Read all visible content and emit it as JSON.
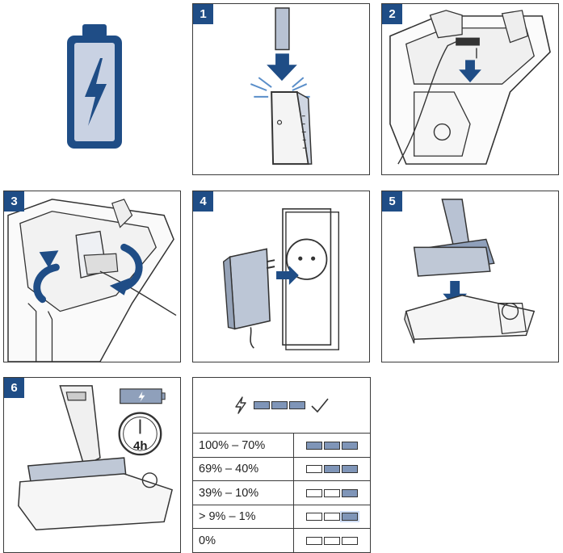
{
  "colors": {
    "accent": "#1f4d86",
    "segment_on": "#7f95b8",
    "segment_off": "#ffffff"
  },
  "steps": [
    {
      "number": "1"
    },
    {
      "number": "2"
    },
    {
      "number": "3"
    },
    {
      "number": "4"
    },
    {
      "number": "5"
    },
    {
      "number": "6",
      "duration_label": "4h"
    }
  ],
  "charge_table": {
    "header_icons": [
      "lightning-icon",
      "segment",
      "segment",
      "segment",
      "checkmark-icon"
    ],
    "rows": [
      {
        "range": "100% – 70%",
        "segments": [
          "on",
          "on",
          "on"
        ]
      },
      {
        "range": "69% – 40%",
        "segments": [
          "off",
          "on",
          "on"
        ]
      },
      {
        "range": "39% – 10%",
        "segments": [
          "off",
          "off",
          "on"
        ]
      },
      {
        "range": "> 9% – 1%",
        "segments": [
          "off",
          "off",
          "blink"
        ]
      },
      {
        "range": "0%",
        "segments": [
          "off",
          "off",
          "off"
        ]
      }
    ]
  }
}
